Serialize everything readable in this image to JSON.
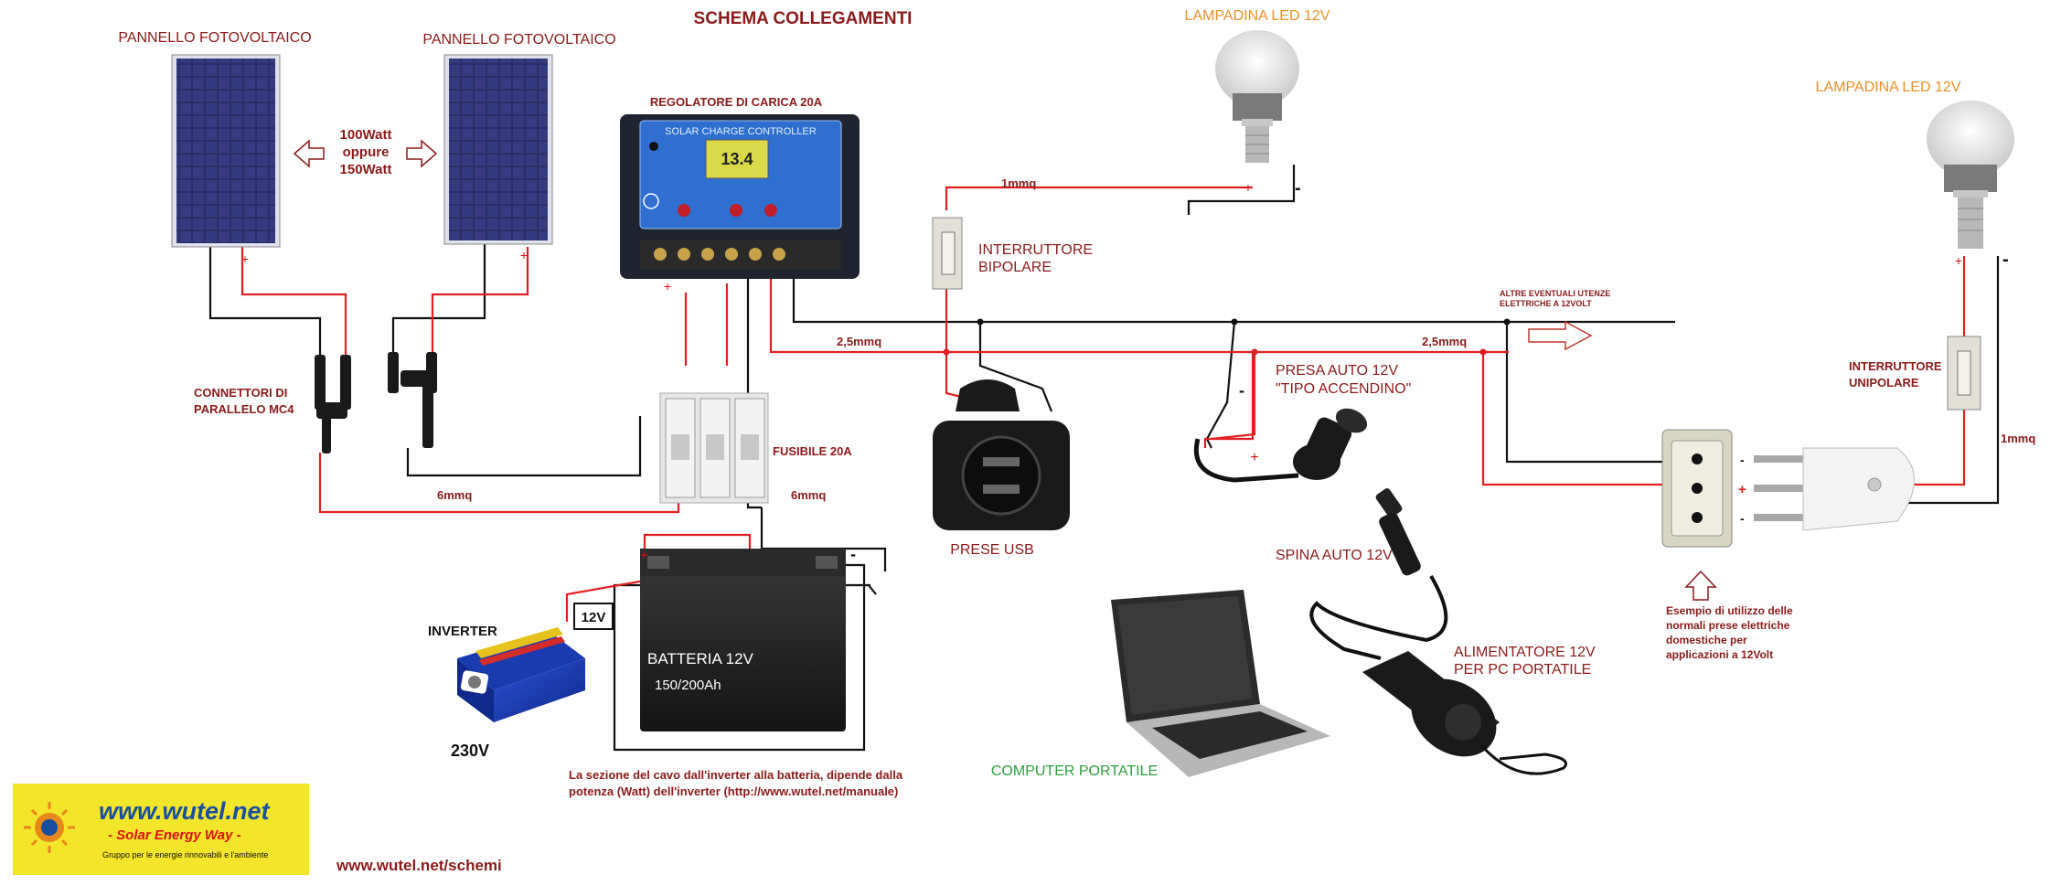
{
  "title": "SCHEMA COLLEGAMENTI",
  "panels": {
    "left_label": "PANNELLO FOTOVOLTAICO",
    "right_label": "PANNELLO FOTOVOLTAICO",
    "power_line1": "100Watt",
    "power_line2": "oppure",
    "power_line3": "150Watt"
  },
  "controller": {
    "label": "REGOLATORE DI CARICA  20A",
    "faceplate": "SOLAR CHARGE CONTROLLER",
    "display": "13.4"
  },
  "connectors": {
    "line1": "CONNETTORI DI",
    "line2": "PARALLELO MC4"
  },
  "fuses": {
    "label": "FUSIBILE 20A"
  },
  "battery": {
    "line1": "BATTERIA 12V",
    "line2": "150/200Ah"
  },
  "inverter": {
    "label": "INVERTER",
    "dc": "12V",
    "ac": "230V"
  },
  "inverter_note": {
    "line1": "La sezione del cavo dall'inverter alla batteria, dipende dalla",
    "line2": "potenza (Watt) dell'inverter (http://www.wutel.net/manuale)"
  },
  "wires": {
    "panel_section": "6mmq",
    "battery_section": "6mmq",
    "lamp_section": "1mmq",
    "main_left": "2,5mmq",
    "main_right": "2,5mmq",
    "right_section": "1mmq"
  },
  "lamp_left": {
    "label": "LAMPADINA LED 12V"
  },
  "lamp_right": {
    "label": "LAMPADINA LED 12V"
  },
  "switch_bipolar": {
    "line1": "INTERRUTTORE",
    "line2": "BIPOLARE"
  },
  "switch_unipolar": {
    "line1": "INTERRUTTORE",
    "line2": "UNIPOLARE"
  },
  "usb": {
    "label": "PRESE USB"
  },
  "car_socket": {
    "line1": "PRESA AUTO 12V",
    "line2": "\"TIPO ACCENDINO\""
  },
  "car_plug": {
    "label": "SPINA AUTO 12V"
  },
  "adapter": {
    "line1": "ALIMENTATORE 12V",
    "line2": "PER PC PORTATILE"
  },
  "laptop": {
    "label": "COMPUTER PORTATILE"
  },
  "other_loads": {
    "line1": "ALTRE EVENTUALI UTENZE",
    "line2": "ELETTRICHE A 12VOLT"
  },
  "outlet_note": {
    "line1": "Esempio di utilizzo delle",
    "line2": "normali prese elettriche",
    "line3": "domestiche per",
    "line4": "applicazioni a 12Volt"
  },
  "polarity": {
    "plus": "+",
    "minus": "-"
  },
  "logo": {
    "site": "www.wutel.net",
    "tagline": "- Solar Energy Way -",
    "subtitle": "Gruppo per le energie rinnovabili e l'ambiente"
  },
  "footer": {
    "url": "www.wutel.net/schemi"
  },
  "colors": {
    "positive_wire": "#e02020",
    "negative_wire": "#111111",
    "label_dark_red": "#8b1a1a",
    "label_orange": "#e8912a",
    "label_green": "#2e9e3c",
    "logo_yellow": "#f2e52a",
    "logo_blue": "#1a4fa0",
    "panel_blue": "#2a2f6a",
    "controller_blue": "#2e6fd0"
  }
}
